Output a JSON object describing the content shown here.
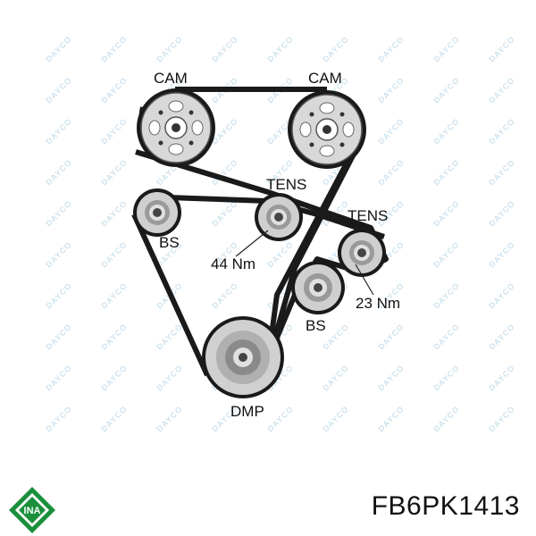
{
  "labels": {
    "cam_left": "CAM",
    "cam_right": "CAM",
    "tens_upper": "TENS",
    "tens_right": "TENS",
    "bs_left": "BS",
    "bs_right": "BS",
    "torque_left": "44 Nm",
    "torque_right": "23 Nm",
    "dmp": "DMP"
  },
  "watermark": "DAYCO",
  "brand": {
    "logo": "INA",
    "logo_color": "#1a8f3c"
  },
  "part_number": "FB6PK1413",
  "colors": {
    "belt": "#1a1a1a",
    "pulley": "#c9c9c9",
    "pulley_dark": "#555555",
    "watermark": "#cfe3ef"
  }
}
